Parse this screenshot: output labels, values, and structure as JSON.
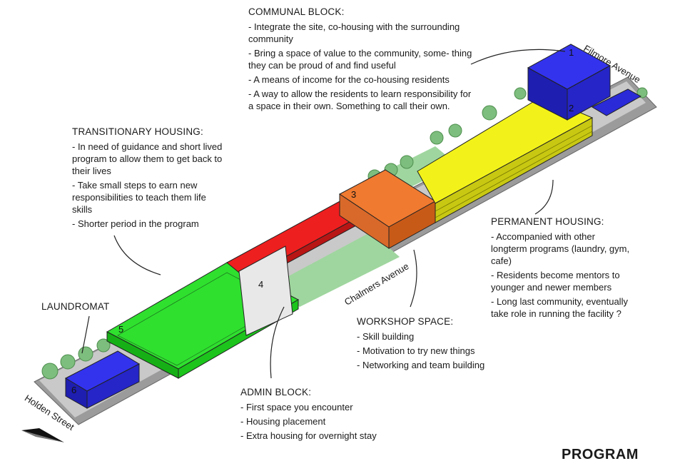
{
  "communal": {
    "heading": "COMMUNAL BLOCK:",
    "lines": [
      "- Integrate the site, co-housing with the surrounding community",
      "- Bring a space of value to the community, some- thing they can be proud of and find useful",
      "- A means of income for the co-housing residents",
      "- A way to allow the residents to learn responsibility for a space in their own. Something to call their own."
    ]
  },
  "transitional": {
    "heading": "TRANSITIONARY HOUSING:",
    "lines": [
      "- In need of guidance and short lived program to allow them to get back to their lives",
      "- Take small steps to earn new responsibilities to teach them life skills",
      "- Shorter period in the program"
    ]
  },
  "permanent": {
    "heading": "PERMANENT HOUSING:",
    "lines": [
      "- Accompanied with other longterm programs (laundry, gym, cafe)",
      "- Residents become mentors to younger and newer members",
      "- Long last community, eventually take role in running the facility ?"
    ]
  },
  "workshop": {
    "heading": "WORKSHOP SPACE:",
    "lines": [
      "- Skill building",
      "- Motivation to try new things",
      "- Networking and team building"
    ]
  },
  "admin": {
    "heading": "ADMIN BLOCK:",
    "lines": [
      "- First space you encounter",
      "- Housing placement",
      "- Extra housing for overnight stay"
    ]
  },
  "laundromat": {
    "heading": "LAUNDROMAT"
  },
  "title": "PROGRAM",
  "streets": {
    "filmore": "Filmore Avenue",
    "chalmers": "Chalmers Avenue",
    "holden": "Holden Street"
  },
  "blocks": [
    {
      "number": "1",
      "color": "#2b2be0"
    },
    {
      "number": "2",
      "color": "#f2f21a"
    },
    {
      "number": "3",
      "color": "#f07a30"
    },
    {
      "number": "4",
      "color": "#ee1f1f"
    },
    {
      "number": "5",
      "color": "#22e022"
    },
    {
      "number": "6",
      "color": "#2b2be0"
    }
  ],
  "colors": {
    "ground": "#9a9a9a",
    "grass": "#7fc87f",
    "tree": "#6fb36f",
    "line": "#222222"
  },
  "icons": {
    "north_arrow": "north-arrow-icon"
  }
}
